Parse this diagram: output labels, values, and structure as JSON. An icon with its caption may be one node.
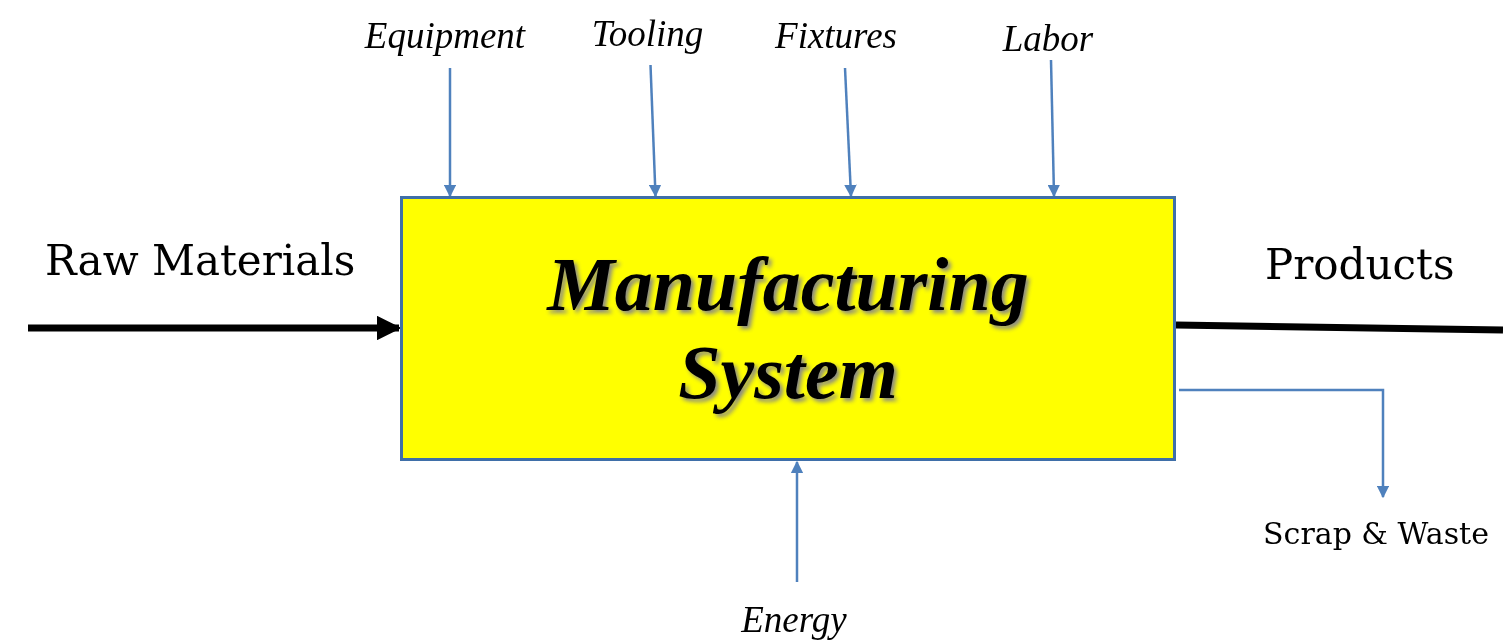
{
  "diagram": {
    "nodes": [
      {
        "text": [
          "Equipment"
        ]
      },
      {
        "text": [
          "Tooling"
        ]
      },
      {
        "text": [
          "Fixtures"
        ]
      },
      {
        "text": [
          "Labor"
        ]
      },
      {
        "text": [
          "Manufacturing System"
        ]
      },
      {
        "text": [
          "Scrap & Waste"
        ]
      },
      {
        "text": [
          "Energy"
        ]
      }
    ],
    "edges": [
      {
        "from": 0,
        "to": 4,
        "arrow": "to"
      },
      {
        "from": 1,
        "to": 4,
        "arrow": "to"
      },
      {
        "from": 2,
        "to": 4,
        "arrow": "to"
      },
      {
        "from": 3,
        "to": 4,
        "arrow": "to"
      },
      {
        "from": null,
        "to": 4,
        "arrow": "to",
        "label": "Raw Materials",
        "style": "thick",
        "color": "#000000"
      },
      {
        "from": 4,
        "to": null,
        "arrow": "none",
        "label": "Products",
        "style": "thick",
        "color": "#000000"
      },
      {
        "from": 4,
        "to": 5,
        "arrow": "to"
      },
      {
        "from": 6,
        "to": 4,
        "arrow": "to"
      }
    ]
  }
}
